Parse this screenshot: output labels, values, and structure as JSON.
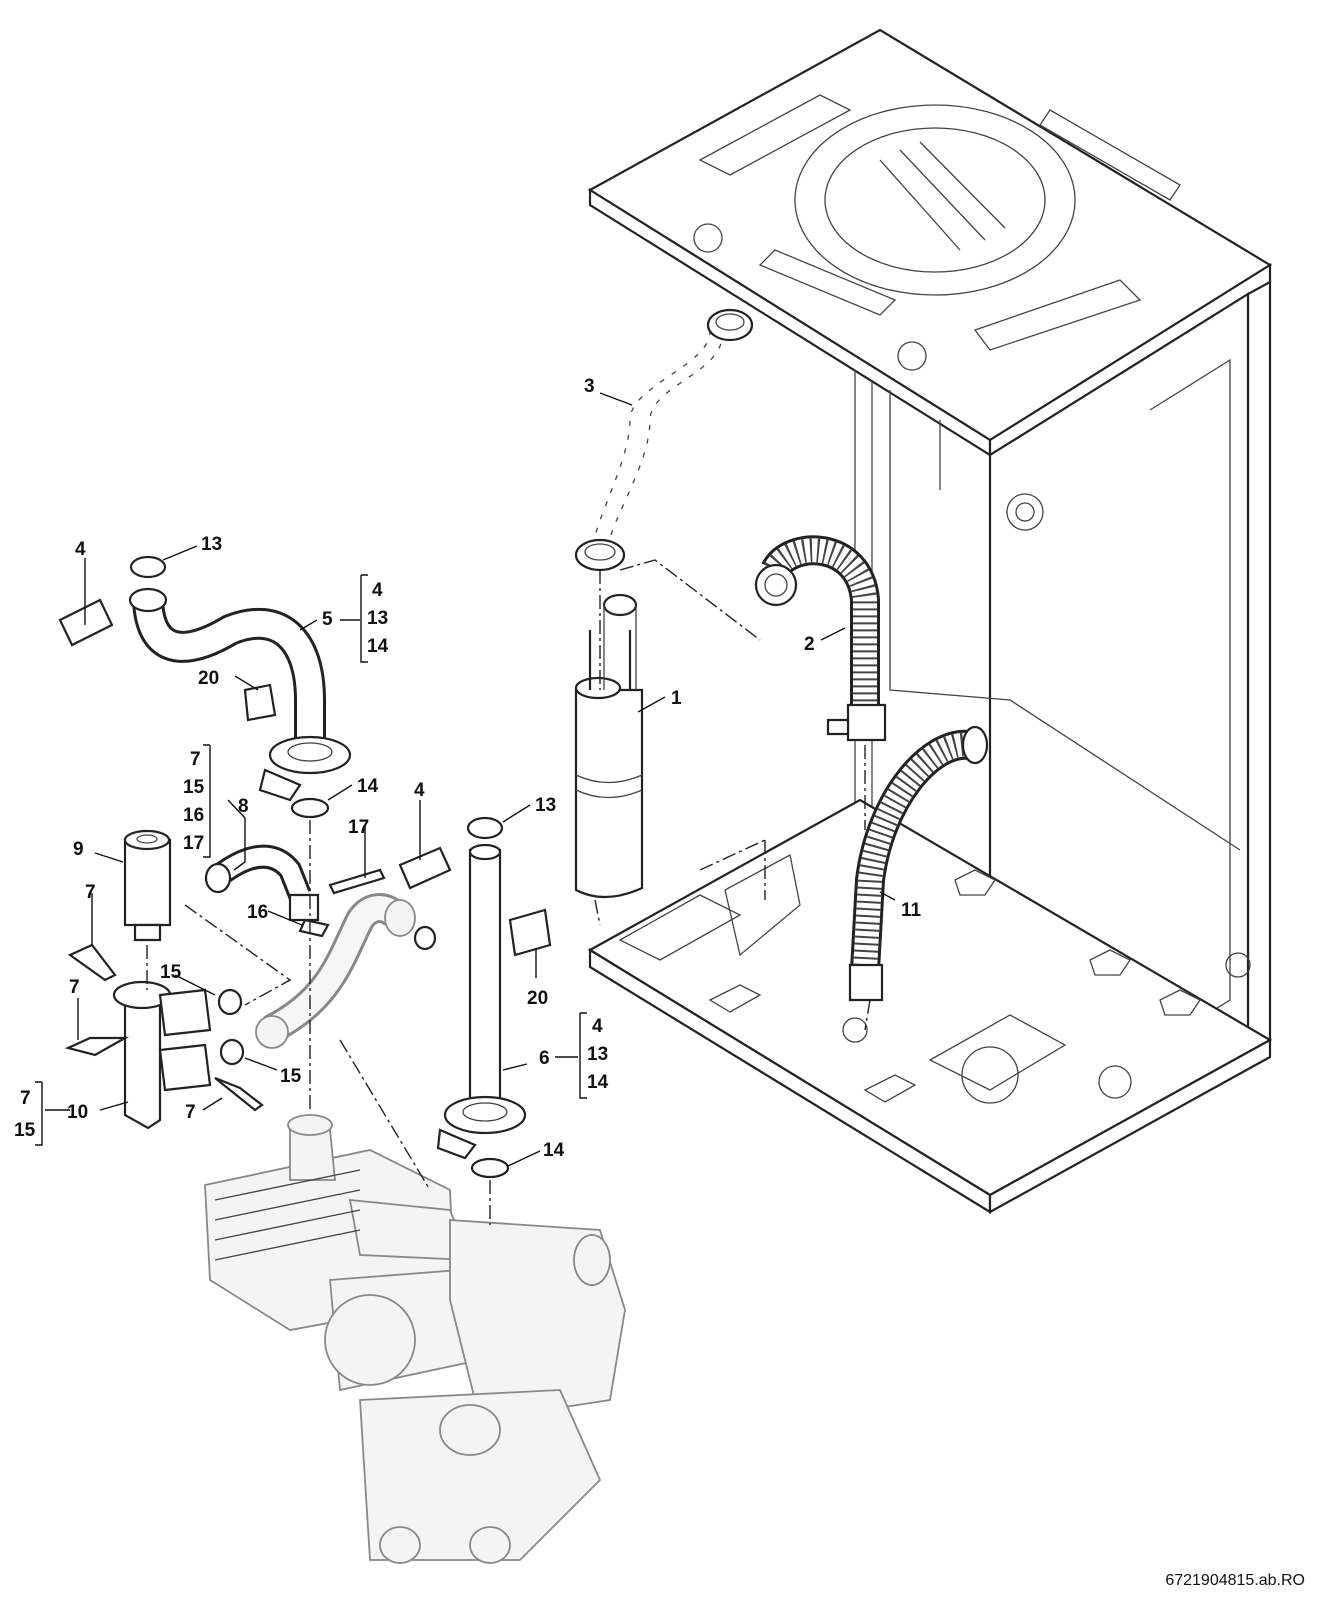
{
  "reference_code": "6721904815.ab.RO",
  "labels": {
    "p1": "1",
    "p2": "2",
    "p3": "3",
    "p4a": "4",
    "p4b": "4",
    "p5": "5",
    "p6": "6",
    "p8": "8",
    "p9": "9",
    "p7a": "7",
    "p7b": "7",
    "p7c": "7",
    "p10": "10",
    "p11": "11",
    "p13a": "13",
    "p13b": "13",
    "p14a": "14",
    "p14b": "14",
    "p15a": "15",
    "p15b": "15",
    "p16": "16",
    "p17": "17",
    "p20a": "20",
    "p20b": "20"
  },
  "groups": {
    "g5": [
      "4",
      "13",
      "14"
    ],
    "g8": [
      "7",
      "15",
      "16",
      "17"
    ],
    "g6": [
      "4",
      "13",
      "14"
    ],
    "g10": [
      "7",
      "15"
    ]
  }
}
